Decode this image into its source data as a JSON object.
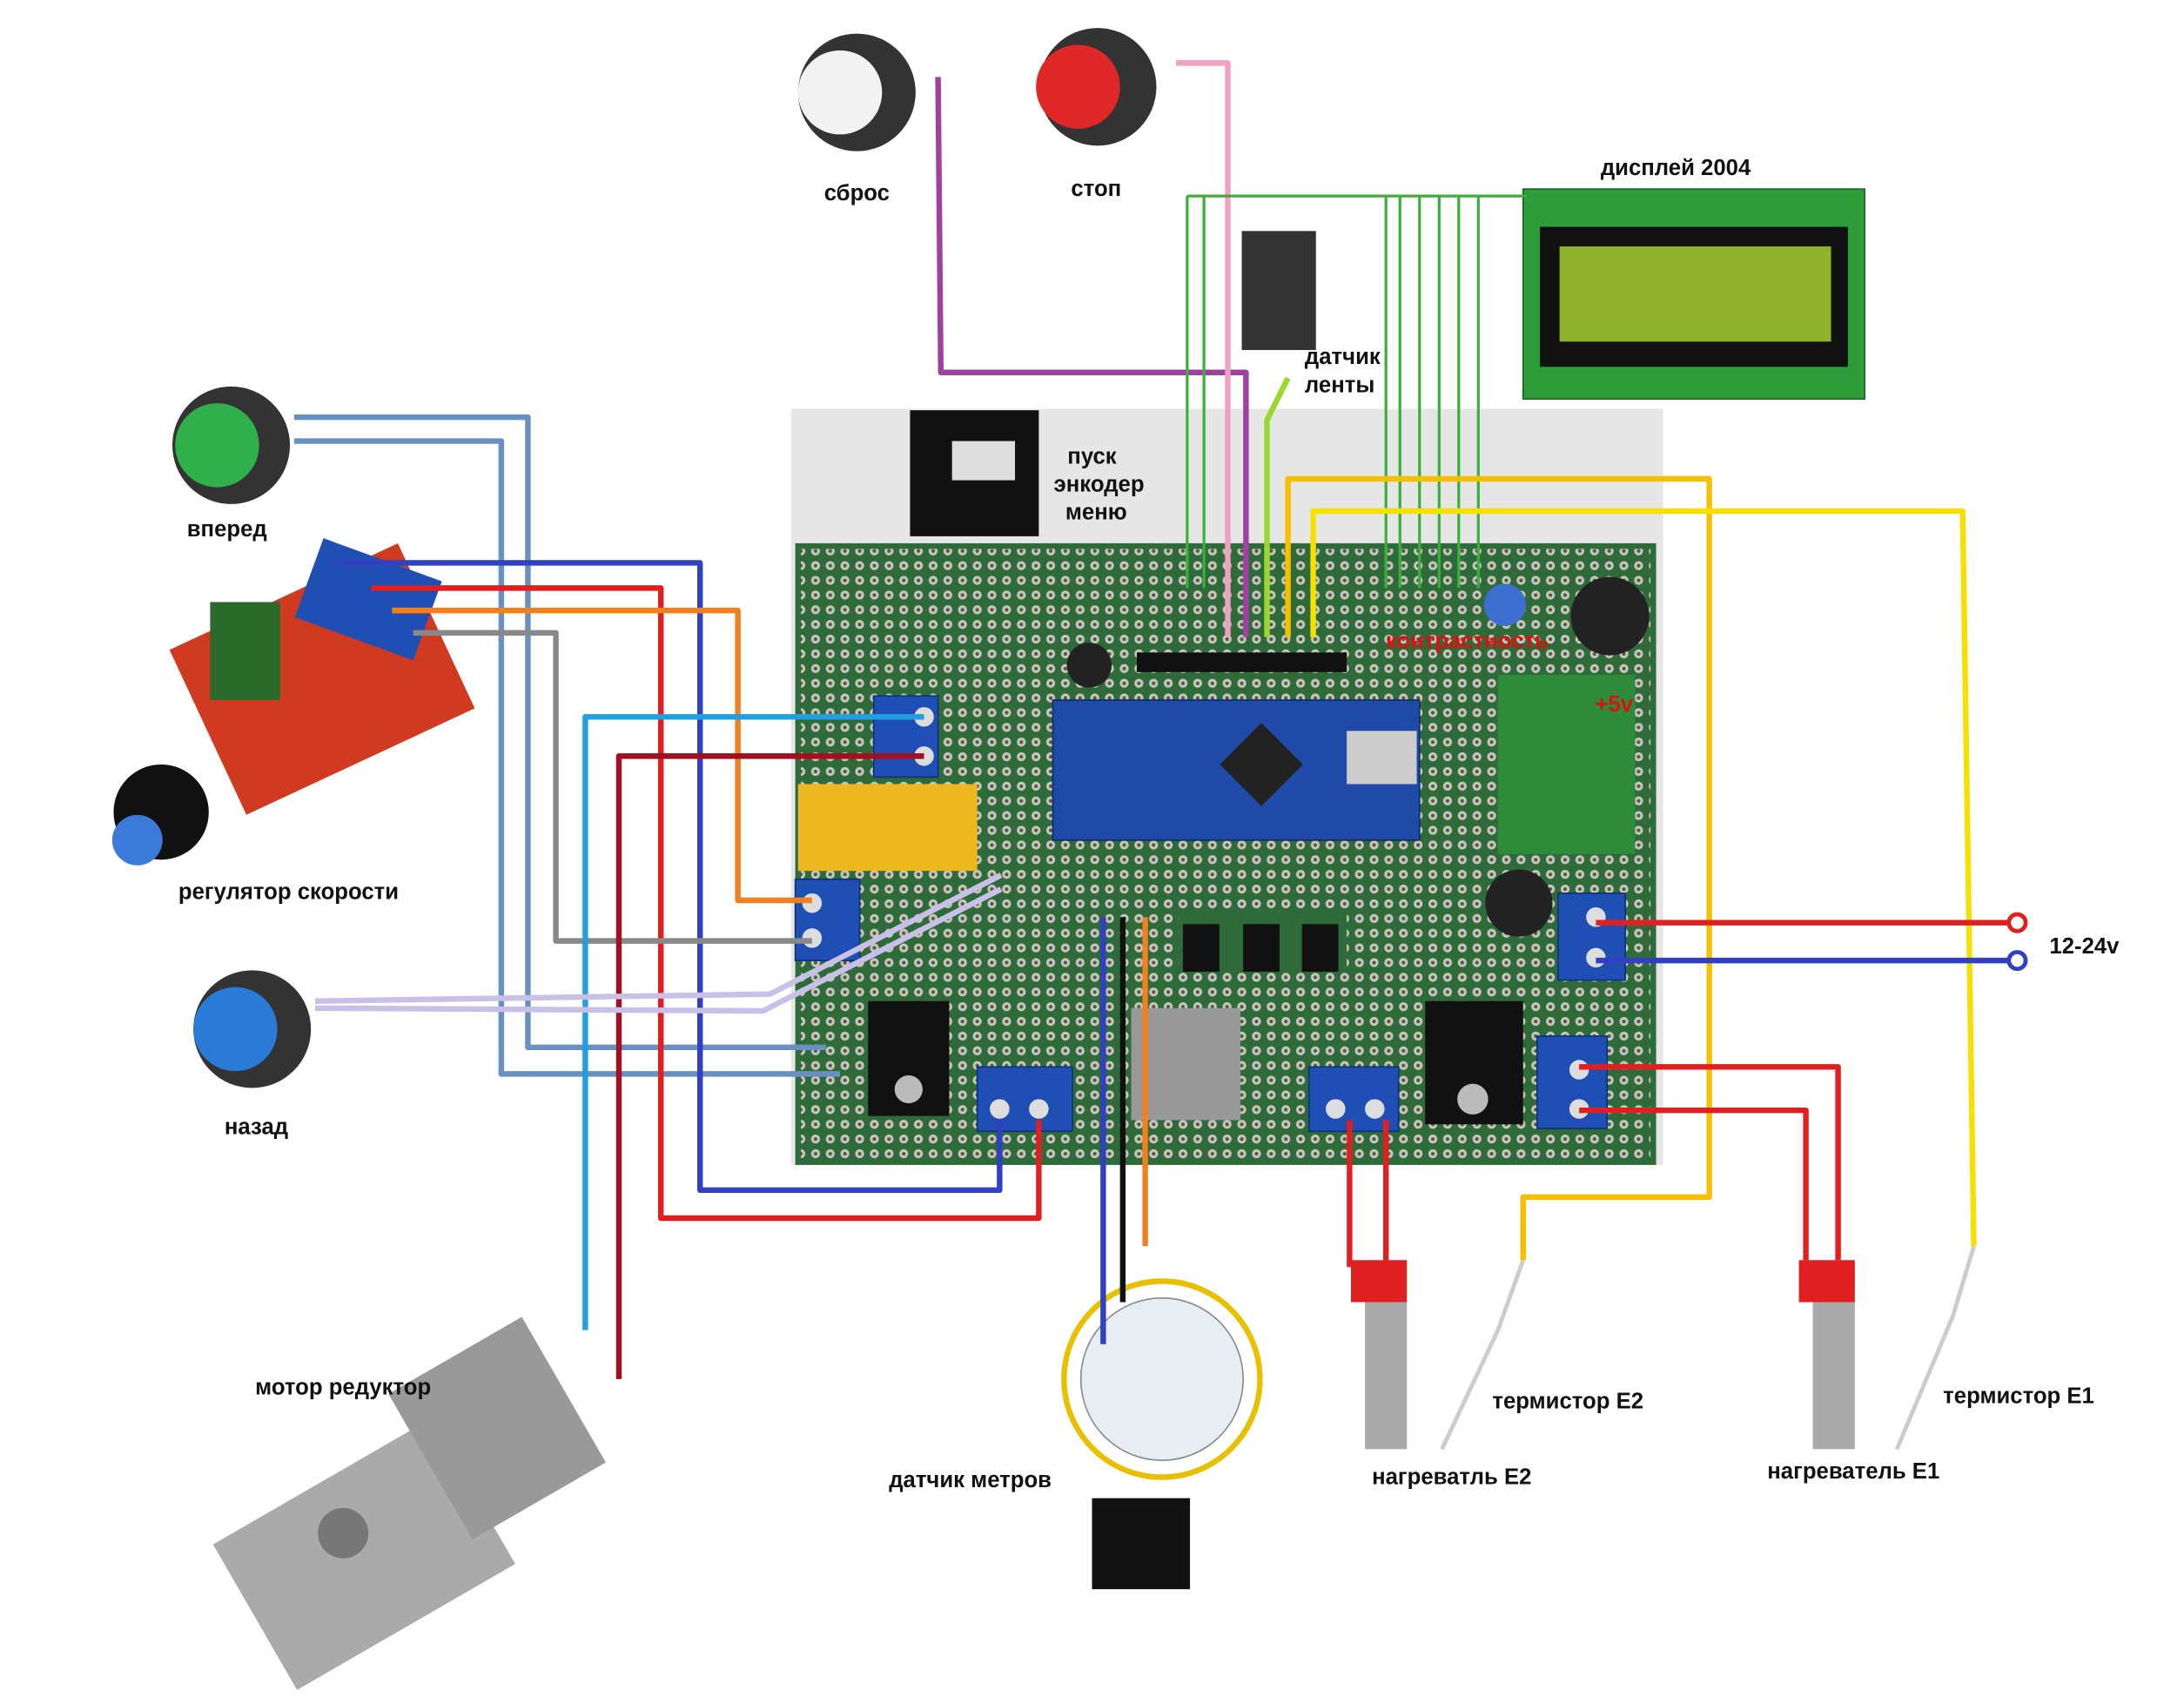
{
  "labels": {
    "reset": "сброс",
    "stop": "стоп",
    "display": "дисплей 2004",
    "tape_sensor_1": "датчик",
    "tape_sensor_2": "ленты",
    "encoder_1": "пуск",
    "encoder_2": "энкодер",
    "encoder_3": "меню",
    "forward": "вперед",
    "speed_regulator": "регулятор скорости",
    "back": "назад",
    "power": "12-24v",
    "motor": "мотор редуктор",
    "meter_sensor": "датчик метров",
    "thermistor_e2": "термистор E2",
    "heater_e2": "нагреватль E2",
    "heater_e1": "нагреватель E1",
    "thermistor_e1": "термистор E1",
    "contrast": "контрастность",
    "plus5v": "+5v"
  },
  "colors": {
    "pcb": "#2f6b3a",
    "terminal": "#1f4fb5",
    "wire_red": "#e02020",
    "wire_blue": "#3040c0",
    "wire_yellow": "#f5e000",
    "wire_orange": "#f5a000",
    "wire_green": "#3ab03a",
    "wire_pink": "#f0a0c0",
    "wire_purple": "#a040a0"
  }
}
